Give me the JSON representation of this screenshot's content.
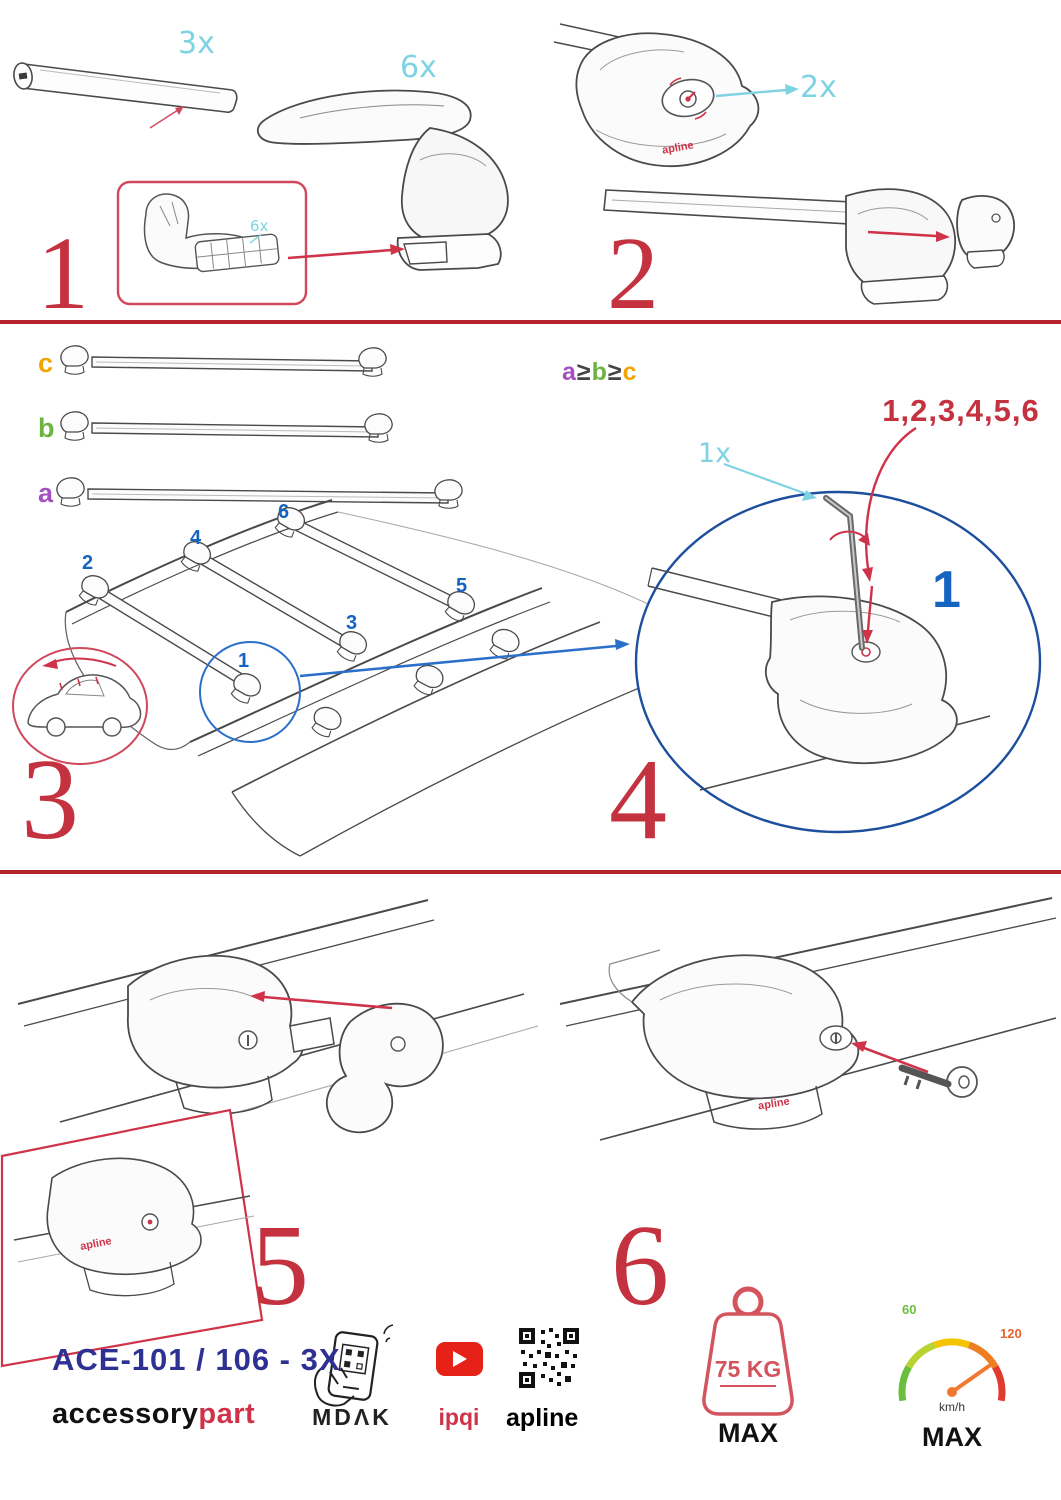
{
  "colors": {
    "accent_red": "#c4323f",
    "divider_red": "#b5232b",
    "cyan": "#7ed3e2",
    "blue": "#1d4f9e",
    "bright_blue": "#1565c0",
    "purple": "#a34fc0",
    "green": "#6db33f",
    "orange": "#f0a500",
    "navy_model": "#2e3192",
    "youtube_red": "#e62117"
  },
  "step1": {
    "number": "1",
    "bar_qty": "3x",
    "foot_qty": "6x",
    "inset_qty": "6x"
  },
  "step2": {
    "number": "2",
    "lock_qty": "2x"
  },
  "step34": {
    "number3": "3",
    "number4": "4",
    "label_a": "a",
    "label_b": "b",
    "label_c": "c",
    "rule_a": "a",
    "rule_geq1": "≥",
    "rule_b": "b",
    "rule_geq2": "≥",
    "rule_c": "c",
    "positions": [
      "1",
      "2",
      "3",
      "4",
      "5",
      "6"
    ],
    "tool_qty": "1x",
    "tighten_sequence": "1,2,3,4,5,6",
    "detail_position": "1"
  },
  "step5": {
    "number": "5"
  },
  "step6": {
    "number": "6"
  },
  "branding": {
    "model": "ACE-101 / 106 - 3X",
    "accessory": "accessory",
    "part": "part",
    "mdak": "MDΛK",
    "ipqi": "ipqi",
    "apline_ap": "ap",
    "apline_line": "line",
    "apline_logo": "apline"
  },
  "limits": {
    "max_load": "75 KG",
    "load_max_label": "MAX",
    "speed_min_mark": "60",
    "speed_max_mark": "120",
    "speed_unit": "km/h",
    "speed_max_label": "MAX"
  }
}
